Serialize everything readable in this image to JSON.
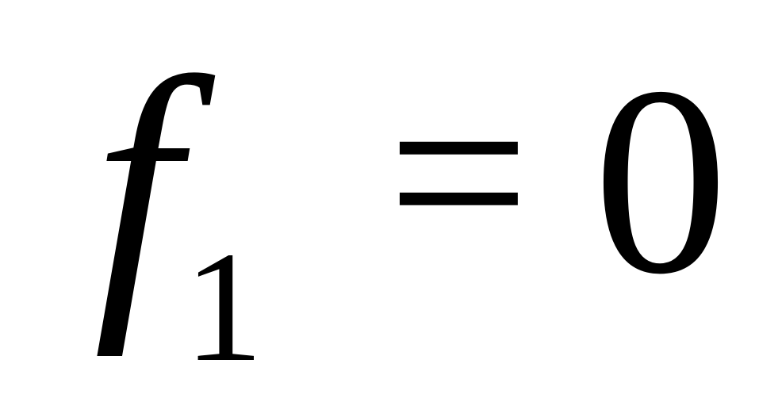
{
  "equation": {
    "variable": "f",
    "subscript": "1",
    "operator": "=",
    "value": "0"
  }
}
